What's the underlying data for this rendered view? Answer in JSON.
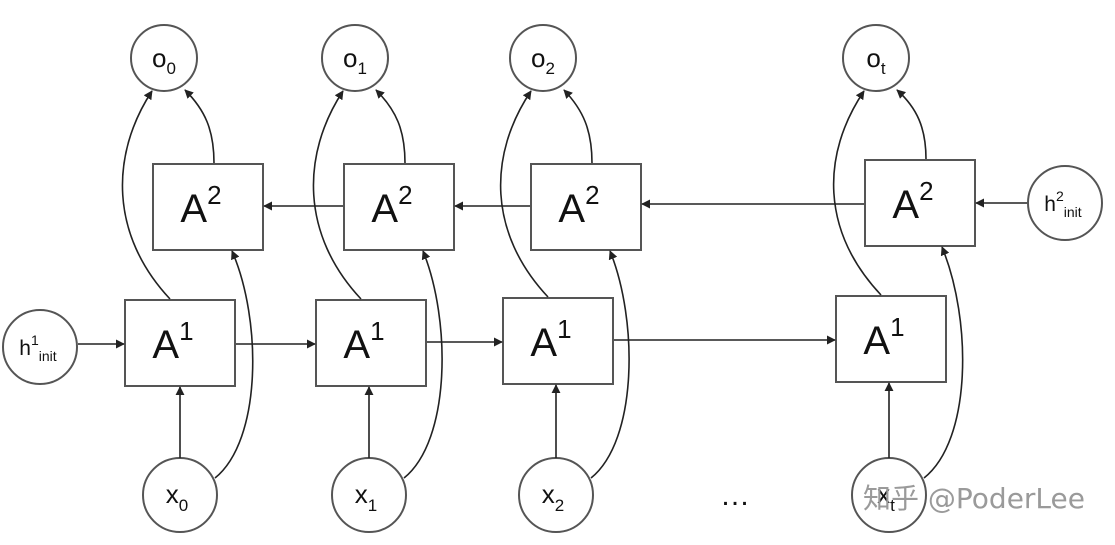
{
  "diagram": {
    "outputs": [
      {
        "base": "o",
        "sub": "0"
      },
      {
        "base": "o",
        "sub": "1"
      },
      {
        "base": "o",
        "sub": "2"
      },
      {
        "base": "o",
        "sub": "t"
      }
    ],
    "inputs": [
      {
        "base": "x",
        "sub": "0"
      },
      {
        "base": "x",
        "sub": "1"
      },
      {
        "base": "x",
        "sub": "2"
      },
      {
        "base": "x",
        "sub": "t"
      }
    ],
    "layer1": {
      "base": "A",
      "sup": "1"
    },
    "layer2": {
      "base": "A",
      "sup": "2"
    },
    "h1_init": {
      "base": "h",
      "sup": "1",
      "sub": "init"
    },
    "h2_init": {
      "base": "h",
      "sup": "2",
      "sub": "init"
    },
    "ellipsis": "…"
  },
  "watermark": "知乎 @PoderLee"
}
